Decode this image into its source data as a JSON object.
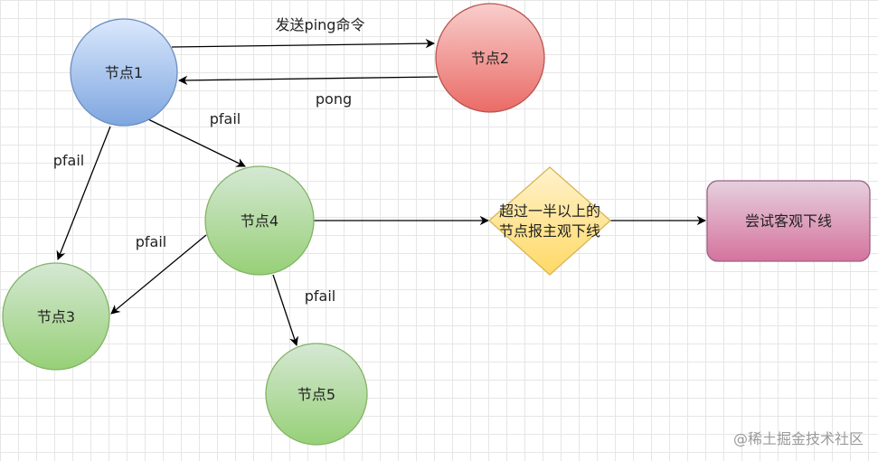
{
  "nodes": {
    "node1": "节点1",
    "node2": "节点2",
    "node3": "节点3",
    "node4": "节点4",
    "node5": "节点5",
    "decision_line1": "超过一半以上的",
    "decision_line2": "节点报主观下线",
    "action": "尝试客观下线"
  },
  "edges": {
    "ping": "发送ping命令",
    "pong": "pong",
    "pfail_1_4": "pfail",
    "pfail_1_3": "pfail",
    "pfail_4_3": "pfail",
    "pfail_4_5": "pfail"
  },
  "watermark": "@稀土掘金技术社区",
  "colors": {
    "blue_fill_top": "#dae8fc",
    "blue_fill_bottom": "#7ea6e0",
    "blue_stroke": "#6c8ebf",
    "red_fill_top": "#f8cecc",
    "red_fill_bottom": "#ea6b66",
    "red_stroke": "#b85450",
    "green_fill_top": "#d5e8d4",
    "green_fill_bottom": "#97d077",
    "green_stroke": "#82b366",
    "yellow_fill_top": "#fff2cc",
    "yellow_fill_bottom": "#ffd966",
    "yellow_stroke": "#d6b656",
    "pink_fill_top": "#e6d0de",
    "pink_fill_bottom": "#d5739d",
    "pink_stroke": "#996185"
  }
}
